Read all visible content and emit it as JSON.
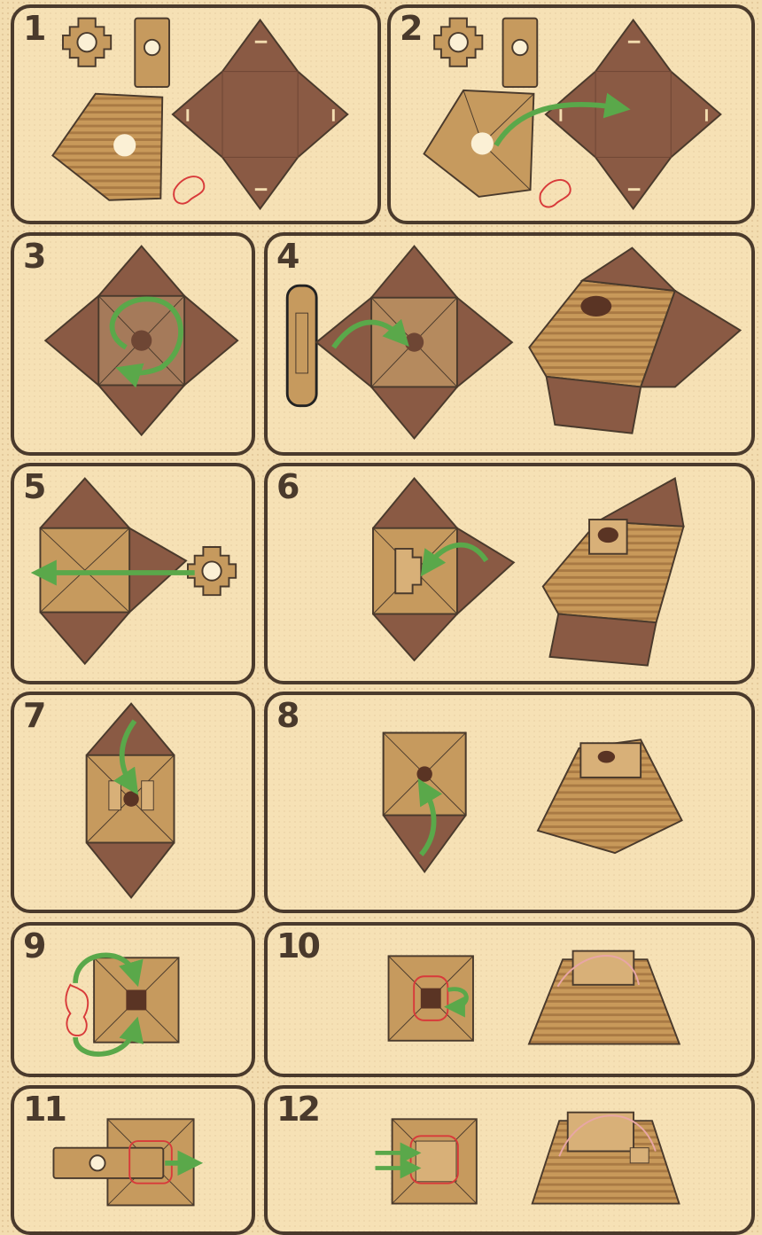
{
  "steps": [
    {
      "number": "1"
    },
    {
      "number": "2"
    },
    {
      "number": "3"
    },
    {
      "number": "4"
    },
    {
      "number": "5"
    },
    {
      "number": "6"
    },
    {
      "number": "7"
    },
    {
      "number": "8"
    },
    {
      "number": "9"
    },
    {
      "number": "10"
    },
    {
      "number": "11"
    },
    {
      "number": "12"
    }
  ],
  "colors": {
    "background": "#f3ddb0",
    "border": "#4a3a2c",
    "dark_cardboard": "#8a5a44",
    "light_cardboard": "#c69a5e",
    "arrow_green": "#5aa84a",
    "rubber_band_red": "#d83a3a"
  },
  "icons": [
    "gear-ring-piece-icon",
    "tab-strip-piece-icon",
    "cross-net-icon",
    "fan-piece-icon",
    "rubber-band-icon",
    "arrow-icon",
    "pyramid-icon"
  ]
}
